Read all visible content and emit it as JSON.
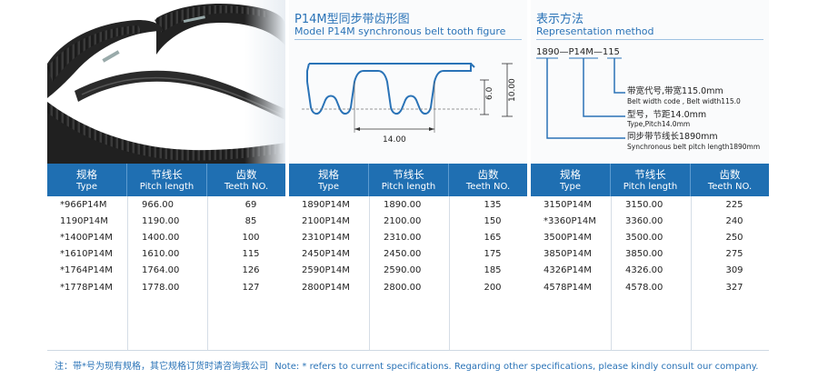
{
  "figure": {
    "title_cn": "P14M型同步带齿形图",
    "title_en": "Model P14M synchronous belt tooth figure",
    "dim_height_small": "6.0",
    "dim_height_large": "10.00",
    "dim_pitch": "14.00"
  },
  "representation": {
    "title_cn": "表示方法",
    "title_en": "Representation method",
    "code": "1890—P14M—115",
    "width_cn": "带宽代号,带宽115.0mm",
    "width_en": "Belt width code , Belt width115.0",
    "type_cn": "型号，节距14.0mm",
    "type_en": "Type,Pitch14.0mm",
    "length_cn": "同步带节线长1890mm",
    "length_en": "Synchronous belt pitch length1890mm"
  },
  "table_headers": {
    "type_cn": "规格",
    "type_en": "Type",
    "pitch_cn": "节线长",
    "pitch_en": "Pitch length",
    "teeth_cn": "齿数",
    "teeth_en": "Teeth NO."
  },
  "tables": [
    {
      "rows": [
        {
          "type": "*966P14M",
          "pitch": "966.00",
          "teeth": "69"
        },
        {
          "type": "1190P14M",
          "pitch": "1190.00",
          "teeth": "85"
        },
        {
          "type": "*1400P14M",
          "pitch": "1400.00",
          "teeth": "100"
        },
        {
          "type": "*1610P14M",
          "pitch": "1610.00",
          "teeth": "115"
        },
        {
          "type": "*1764P14M",
          "pitch": "1764.00",
          "teeth": "126"
        },
        {
          "type": "*1778P14M",
          "pitch": "1778.00",
          "teeth": "127"
        }
      ]
    },
    {
      "rows": [
        {
          "type": "1890P14M",
          "pitch": "1890.00",
          "teeth": "135"
        },
        {
          "type": "2100P14M",
          "pitch": "2100.00",
          "teeth": "150"
        },
        {
          "type": "2310P14M",
          "pitch": "2310.00",
          "teeth": "165"
        },
        {
          "type": "2450P14M",
          "pitch": "2450.00",
          "teeth": "175"
        },
        {
          "type": "2590P14M",
          "pitch": "2590.00",
          "teeth": "185"
        },
        {
          "type": "2800P14M",
          "pitch": "2800.00",
          "teeth": "200"
        }
      ]
    },
    {
      "rows": [
        {
          "type": "3150P14M",
          "pitch": "3150.00",
          "teeth": "225"
        },
        {
          "type": "*3360P14M",
          "pitch": "3360.00",
          "teeth": "240"
        },
        {
          "type": "3500P14M",
          "pitch": "3500.00",
          "teeth": "250"
        },
        {
          "type": "3850P14M",
          "pitch": "3850.00",
          "teeth": "275"
        },
        {
          "type": "4326P14M",
          "pitch": "4326.00",
          "teeth": "309"
        },
        {
          "type": "4578P14M",
          "pitch": "4578.00",
          "teeth": "327"
        }
      ]
    }
  ],
  "footer": {
    "note_cn": "注：带*号为现有规格，其它规格订货时请咨询我公司",
    "note_en": "Note:  * refers to current specifications.  Regarding other specifications, please kindly consult our company."
  },
  "colors": {
    "header_blue": "#1f6fb2",
    "title_blue": "#2a73b7"
  }
}
